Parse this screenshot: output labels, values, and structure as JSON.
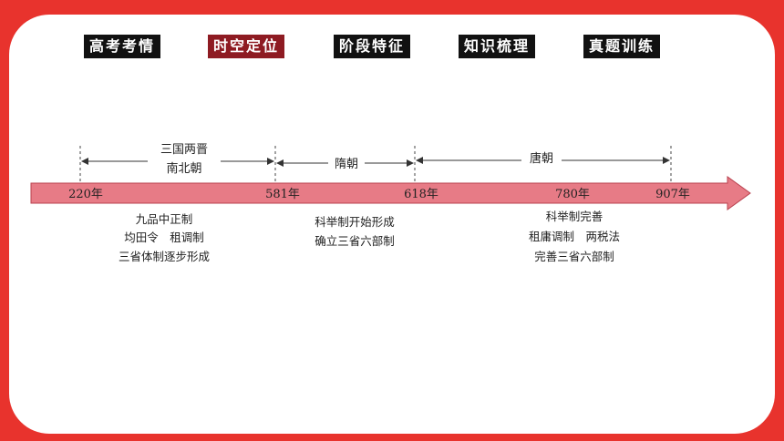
{
  "tabs": [
    {
      "label": "高考考情",
      "active": false
    },
    {
      "label": "时空定位",
      "active": true
    },
    {
      "label": "阶段特征",
      "active": false
    },
    {
      "label": "知识梳理",
      "active": false
    },
    {
      "label": "真题训练",
      "active": false
    }
  ],
  "timeline": {
    "years": [
      "220年",
      "581年",
      "618年",
      "780年",
      "907年"
    ],
    "periods": [
      {
        "lines": [
          "三国两晋",
          "南北朝"
        ]
      },
      {
        "lines": [
          "隋朝"
        ]
      },
      {
        "lines": [
          "唐朝"
        ]
      }
    ],
    "notes": [
      {
        "lines": [
          "九品中正制",
          "均田令　租调制",
          "三省体制逐步形成"
        ]
      },
      {
        "lines": [
          "科举制开始形成",
          "确立三省六部制"
        ]
      },
      {
        "lines": [
          "科举制完善",
          "租庸调制　两税法",
          "完善三省六部制"
        ]
      }
    ]
  },
  "colors": {
    "frame": "#e8332d",
    "arrow_fill": "#e77b86",
    "arrow_stroke": "#b8404e",
    "tab_dark": "#111111",
    "tab_active": "#8e1b22"
  }
}
